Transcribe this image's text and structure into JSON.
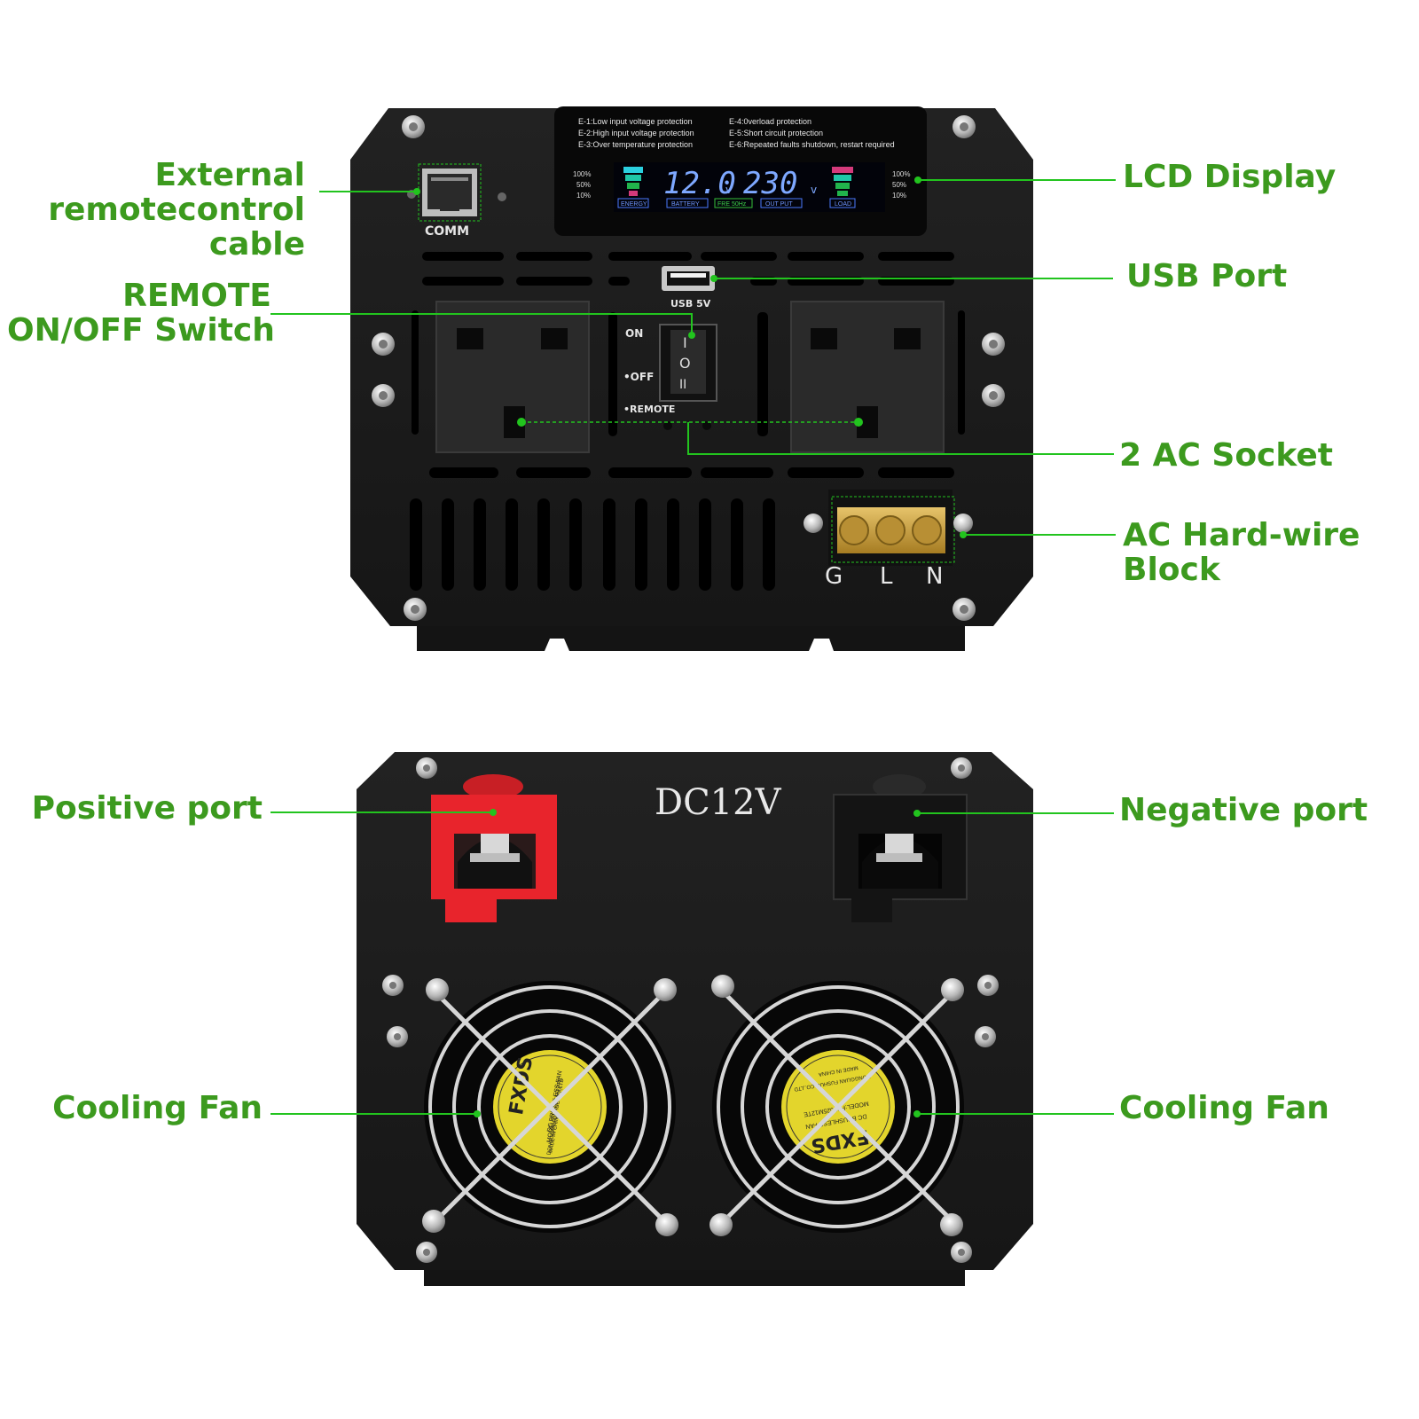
{
  "colors": {
    "label": "#3c9a1e",
    "leader": "#22c41e",
    "device_body": "#1b1b1b",
    "positive": "#e8242c",
    "negative": "#141414",
    "fan_sticker": "#e3d52c",
    "terminal_brass": "#c9a13d"
  },
  "front_panel": {
    "error_codes": [
      "E-1:Low input voltage protection",
      "E-2:High input voltage protection",
      "E-3:Over temperature protection",
      "E-4:0verload protection",
      "E-5:Short circuit protection",
      "E-6:Repeated faults shutdown, restart required"
    ],
    "lcd": {
      "input_voltage": "12.0",
      "output_voltage": "230",
      "unit": "v",
      "level_labels": [
        "100%",
        "50%",
        "10%"
      ],
      "tags": [
        "ENERGY",
        "BATTERY",
        "FRE 50Hz",
        "OUT PUT",
        "LOAD"
      ]
    },
    "comm_label": "COMM",
    "usb_label": "USB 5V",
    "switch_labels": [
      "ON",
      "•OFF",
      "•REMOTE"
    ],
    "switch_glyphs": [
      "I",
      "O",
      "II"
    ],
    "terminal_letters": [
      "G",
      "L",
      "N"
    ]
  },
  "rear_panel": {
    "voltage_label": "DC12V",
    "fan_sticker_text": [
      "FXDS",
      "DC BRUSHLESS FAN",
      "MODEL:FD7025M12TE",
      "DONGGUAN FUSHUO CO.,LTD",
      "MADE IN CHINA"
    ]
  },
  "callouts": {
    "external_remote": [
      "External",
      "remotecontrol",
      "cable"
    ],
    "remote_switch": [
      "REMOTE",
      "ON/OFF Switch"
    ],
    "lcd_display": [
      "LCD Display"
    ],
    "usb_port": [
      "USB Port"
    ],
    "ac_socket": [
      "2 AC Socket"
    ],
    "hardwire_block": [
      "AC Hard-wire",
      "Block"
    ],
    "positive_port": [
      "Positive port"
    ],
    "negative_port": [
      "Negative port"
    ],
    "cooling_fan_left": [
      "Cooling Fan"
    ],
    "cooling_fan_right": [
      "Cooling Fan"
    ]
  },
  "icons": {
    "comm_port": "rj45-port-icon",
    "usb_port": "usb-a-port-icon",
    "rocker_switch": "rocker-switch-icon",
    "uk_socket": "uk-socket-icon",
    "terminal_block": "screw-terminal-icon",
    "screw": "screw-icon",
    "fan": "fan-icon",
    "battery_terminal": "battery-terminal-icon"
  }
}
